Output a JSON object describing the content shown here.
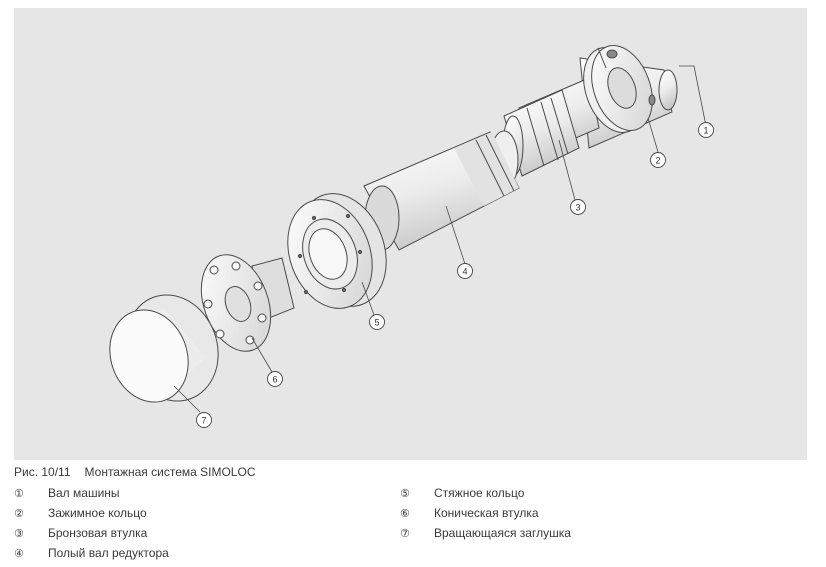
{
  "caption": {
    "figure_number": "Рис. 10/11",
    "title": "Монтажная система SIMOLOC"
  },
  "legend": {
    "left": [
      {
        "num": "①",
        "label": "Вал машины"
      },
      {
        "num": "②",
        "label": "Зажимное кольцо"
      },
      {
        "num": "③",
        "label": "Бронзовая втулка"
      },
      {
        "num": "④",
        "label": "Полый вал редуктора"
      }
    ],
    "right": [
      {
        "num": "⑤",
        "label": "Стяжное кольцо"
      },
      {
        "num": "⑥",
        "label": "Коническая втулка"
      },
      {
        "num": "⑦",
        "label": "Вращающаяся заглушка"
      }
    ]
  },
  "callouts": [
    "1",
    "2",
    "3",
    "4",
    "5",
    "6",
    "7"
  ],
  "colors": {
    "background": "#e6e6e6",
    "outline": "#4a4a4a",
    "part_fill": "#f4f4f4",
    "text": "#3a3a3a"
  }
}
